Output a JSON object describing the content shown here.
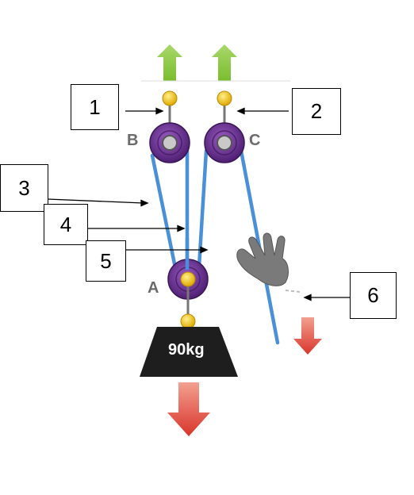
{
  "diagram": {
    "weight_label": "90kg",
    "pulleys": {
      "a": "A",
      "b": "B",
      "c": "C"
    },
    "callouts": [
      "1",
      "2",
      "3",
      "4",
      "5",
      "6"
    ]
  },
  "colors": {
    "rope": "#4a90d9",
    "pulley_outer": "#6a2f8f",
    "pulley_inner": "#8a4bb0",
    "axle": "#f2c21b",
    "up_arrow": "#8ac43f",
    "down_arrow": "#d9352a",
    "weight": "#1e1e1e",
    "hand": "#7a7a7a"
  },
  "icons": [
    "up-arrow-icon",
    "down-arrow-icon",
    "hand-icon"
  ]
}
